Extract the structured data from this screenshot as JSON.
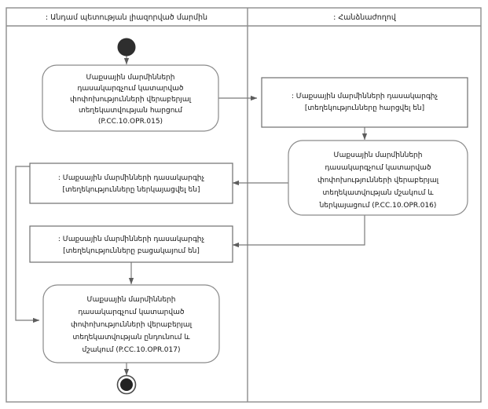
{
  "diagram": {
    "type": "uml-activity-diagram",
    "title": "",
    "colors": {
      "frame_stroke": "#8d8d8d",
      "shape_stroke": "#8a8a8a",
      "shape_fill": "#ffffff",
      "flow_stroke": "#7b7b7b",
      "text": "#141414",
      "initial_node": "#2e2e2e",
      "final_node": "#232323"
    },
    "lanes": [
      {
        "id": "lane-left",
        "label": ": Անդամ պետության լիազորված մարմին"
      },
      {
        "id": "lane-right",
        "label": ": Հանձնաժողով"
      }
    ],
    "nodes": {
      "initial": {
        "name": "initial-node",
        "label": ""
      },
      "final": {
        "name": "final-node",
        "label": ""
      },
      "activity_request": {
        "lines": [
          "Մաքսային մարմինների",
          "դասակարգչում կատարված",
          "փոփոխությունների վերաբերյալ",
          "տեղեկատվության հարցում",
          "(P.CC.10.OPR.015)"
        ]
      },
      "object_requested": {
        "lines": [
          ": Մաքսային մարմինների դասակարգիչ",
          "[տեղեկությունները հարցվել են]"
        ]
      },
      "activity_process_present": {
        "lines": [
          "Մաքսային մարմինների",
          "դասակարգչում կատարված",
          "փոփոխությունների վերաբերյալ",
          "տեղեկատվության մշակում և",
          "ներկայացում (P.CC.10.OPR.016)"
        ]
      },
      "object_presented": {
        "lines": [
          ": Մաքսային մարմինների դասակարգիչ",
          "[տեղեկությունները ներկայացվել են]"
        ]
      },
      "object_absent": {
        "lines": [
          ": Մաքսային մարմինների դասակարգիչ",
          "[տեղեկությունները բացակայում են]"
        ]
      },
      "activity_receive_process": {
        "lines": [
          "Մաքսային մարմինների",
          "դասակարգչում կատարված",
          "փոփոխությունների վերաբերյալ",
          "տեղեկատվության ընդունում և",
          "մշակում (P.CC.10.OPR.017)"
        ]
      }
    }
  }
}
